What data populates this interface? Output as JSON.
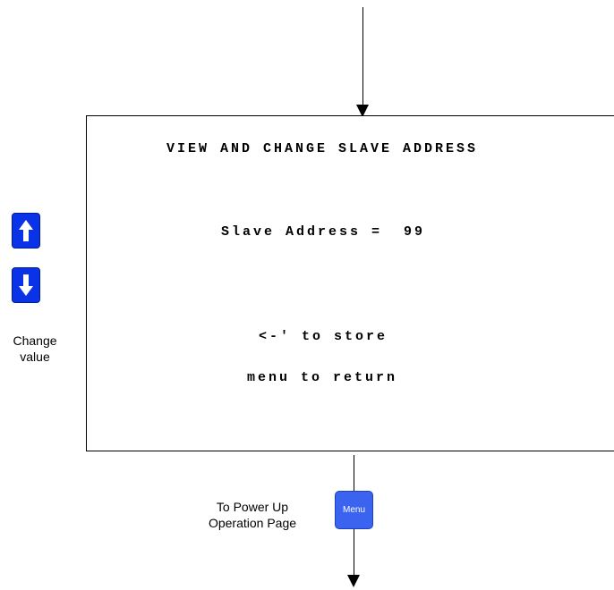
{
  "screen": {
    "title": "VIEW AND CHANGE SLAVE ADDRESS",
    "address_line": "Slave Address =  99",
    "store_line": "<-' to store",
    "return_line": "menu to return"
  },
  "keypad": {
    "up_icon": "arrow-up-icon",
    "down_icon": "arrow-down-icon",
    "label_line1": "Change",
    "label_line2": "value",
    "color": "#0a32e6"
  },
  "menu_button": {
    "label": "Menu",
    "color": "#3a63f0"
  },
  "caption": {
    "line1": "To Power Up",
    "line2": "Operation Page"
  }
}
